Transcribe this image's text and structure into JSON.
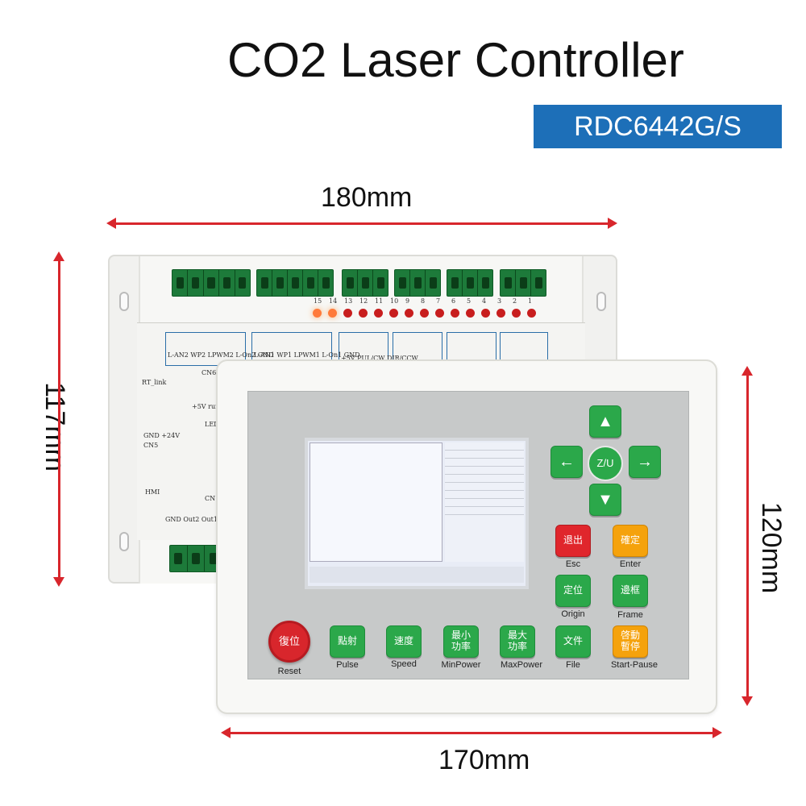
{
  "title": "CO2 Laser Controller",
  "model": "RDC6442G/S",
  "dimensions": {
    "board_width": "180mm",
    "board_height": "117mm",
    "panel_width": "170mm",
    "panel_height": "120mm"
  },
  "board": {
    "leds": [
      "15",
      "14",
      "13",
      "12",
      "11",
      "10",
      "9",
      "8",
      "7",
      "6",
      "5",
      "4",
      "3",
      "2",
      "1"
    ],
    "labels": {
      "cn6": "CN6",
      "cn1": "CN1",
      "hmi": "HMI",
      "led15": "LED15",
      "cn5": "CN5",
      "gnd_24v": "GND +24V",
      "rt_link": "RT_link",
      "cn6_pins": "L-AN2 WP2 LPWM2 L-On2 GND",
      "cn_pins2": "L-AN1 WP1 LPWM1 L-On1 GND",
      "axis_pins": "+5V PUL/CW DIR/CCW",
      "hmi_pins": "GND Out2 Out1 Status",
      "led_pins": "+5V run err"
    }
  },
  "lcd": {
    "rows": [
      "",
      "",
      "",
      "",
      "",
      "",
      "",
      "",
      ""
    ],
    "bottom": ""
  },
  "keys": {
    "zu": "Z/U",
    "esc_cn": "退出",
    "esc": "Esc",
    "enter_cn": "確定",
    "enter": "Enter",
    "origin_cn": "定位",
    "origin": "Origin",
    "frame_cn": "邊框",
    "frame": "Frame",
    "reset_cn": "復位",
    "reset": "Reset",
    "pulse_cn": "點射",
    "pulse": "Pulse",
    "speed_cn": "速度",
    "speed": "Speed",
    "minpower_cn": "最小\n功率",
    "minpower": "MinPower",
    "maxpower_cn": "最大\n功率",
    "maxpower": "MaxPower",
    "file_cn": "文件",
    "file": "File",
    "startpause_cn": "啓動\n暫停",
    "startpause": "Start-Pause"
  },
  "colors": {
    "accent": "#1d6fb8",
    "arrow": "#d8262c",
    "key_green": "#2ba84a",
    "key_red": "#e0262c",
    "key_orange": "#f5a20c"
  },
  "icons": {
    "up": "arrow-up-icon",
    "down": "arrow-down-icon",
    "left": "arrow-left-icon",
    "right": "arrow-right-icon"
  }
}
